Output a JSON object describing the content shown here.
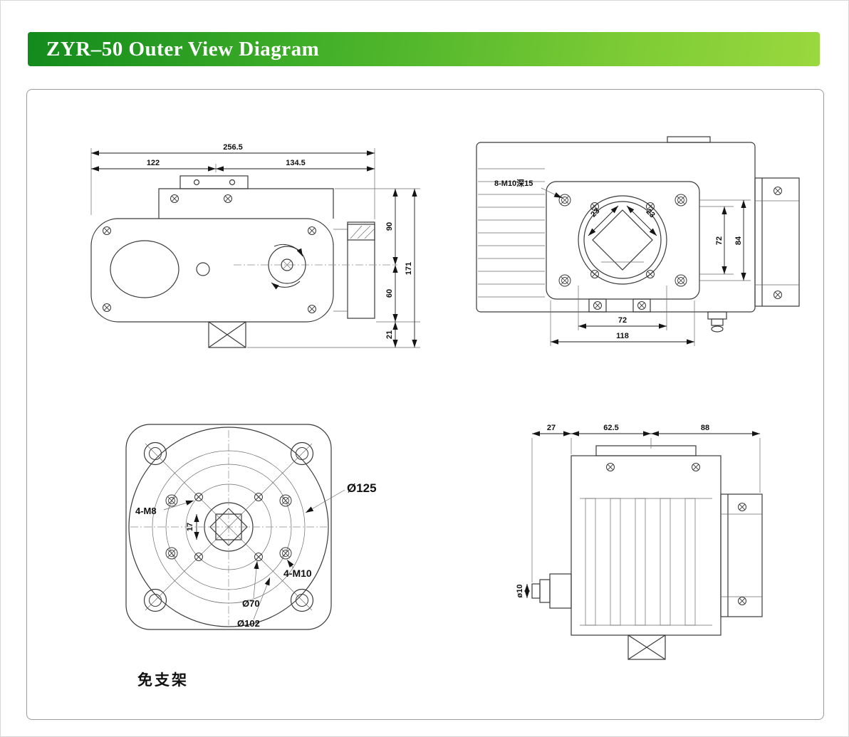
{
  "page": {
    "title": "ZYR–50 Outer View Diagram"
  },
  "colors": {
    "banner_green_dark": "#128a1c",
    "banner_green_light": "#9ad83e",
    "line_color": "#3a3a3a",
    "background": "#ffffff"
  },
  "views": {
    "side_top_left": {
      "dims": {
        "total_width": "256.5",
        "width_left": "122",
        "width_right": "134.5",
        "height_upper": "90",
        "height_lower": "60",
        "height_total": "171",
        "shaft_height": "21"
      }
    },
    "front_top_right": {
      "dims": {
        "bolt_holes": "8-M10深15",
        "square_side_a": "23",
        "square_side_b": "23",
        "vertical_inner": "72",
        "vertical_outer": "84",
        "horizontal_inner": "72",
        "horizontal_outer": "118"
      }
    },
    "flange_bottom_left": {
      "dims": {
        "bolt_circle": "Ø125",
        "m8_holes": "4-M8",
        "shaft_width": "17",
        "m10_holes": "4-M10",
        "circle_70": "Ø70",
        "circle_102": "Ø102"
      },
      "caption": "免支架"
    },
    "side_bottom_right": {
      "dims": {
        "depth_gland": "27",
        "depth_left": "62.5",
        "depth_right": "88",
        "gland_dia": "ø10"
      }
    }
  }
}
